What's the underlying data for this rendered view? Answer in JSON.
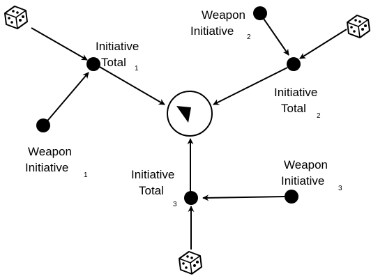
{
  "nodes": {
    "total1": {
      "line1": "Initiative",
      "line2": "Total",
      "subscript": "1"
    },
    "total2": {
      "line1": "Initiative",
      "line2": "Total",
      "subscript": "2"
    },
    "total3": {
      "line1": "Initiative",
      "line2": "Total",
      "subscript": "3"
    },
    "weapon1": {
      "line1": "Weapon",
      "line2": "Initiative",
      "subscript": "1"
    },
    "weapon2": {
      "line1": "Weapon",
      "line2": "Initiative",
      "subscript": "2"
    },
    "weapon3": {
      "line1": "Weapon",
      "line2": "Initiative",
      "subscript": "3"
    }
  },
  "colors": {
    "stroke": "#000000",
    "node_fill": "#000000",
    "background": "#ffffff"
  },
  "icons": [
    "dice-icon",
    "dice-icon",
    "dice-icon",
    "target-pointer-icon"
  ]
}
